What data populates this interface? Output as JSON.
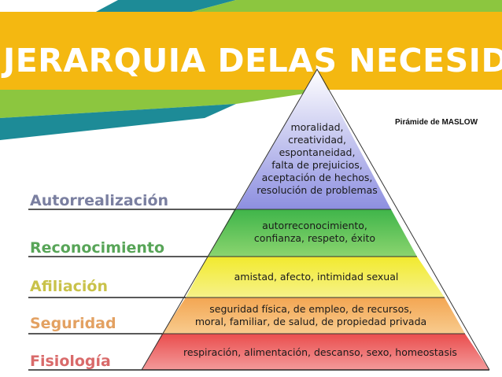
{
  "title": "JERARQUIA DELAS NECESIDADES",
  "subtitle": "Pirámide de MASLOW",
  "colors": {
    "title_bar": "#f4b811",
    "teal": "#1d8b97",
    "green": "#8cc63f",
    "label_blue": "#7a7fa0",
    "label_green": "#58a558",
    "label_yellow": "#c9c24a",
    "label_orange": "#e3a162",
    "label_red": "#d96a6a"
  },
  "levels": [
    {
      "name": "Autorrealización",
      "color": "#7a7fa0",
      "fill": "#8d8fe0",
      "lines": [
        "moralidad,",
        "creatividad,",
        "espontaneidad,",
        "falta de prejuicios,",
        "aceptación de hechos,",
        "resolución de problemas"
      ]
    },
    {
      "name": "Reconocimiento",
      "color": "#58a558",
      "fill": "#63c85d",
      "lines": [
        "autorreconocimiento,",
        "confianza, respeto, éxito"
      ]
    },
    {
      "name": "Afiliación",
      "color": "#c9c24a",
      "fill": "#f2ee4e",
      "lines": [
        "amistad, afecto, intimidad sexual"
      ]
    },
    {
      "name": "Seguridad",
      "color": "#e3a162",
      "fill": "#f5b56a",
      "lines": [
        "seguridad física, de empleo, de recursos,",
        "moral, familiar, de salud, de propiedad privada"
      ]
    },
    {
      "name": "Fisiología",
      "color": "#d96a6a",
      "fill": "#ee6b6b",
      "lines": [
        "respiración, alimentación, descanso, sexo, homeostasis"
      ]
    }
  ]
}
